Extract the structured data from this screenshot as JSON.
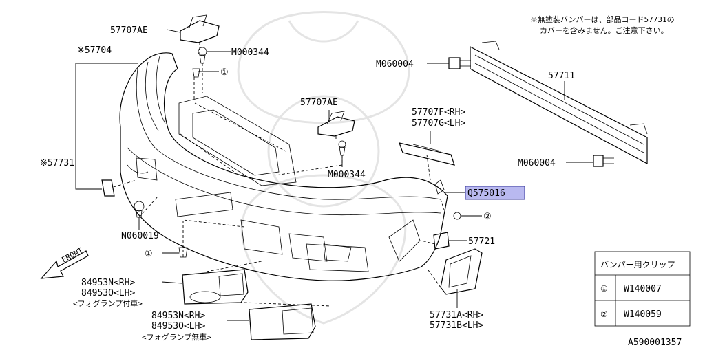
{
  "note": [
    "※無塗装バンパーは、部品コード57731の",
    "カバーを含みません。ご注意下さい。"
  ],
  "parts": {
    "p57707ae_top": "57707AE",
    "m000344_top": "M000344",
    "p57704": "※57704",
    "circle1_top": "①",
    "p57707ae_mid": "57707AE",
    "m000344_mid": "M000344",
    "m060004_top": "M060004",
    "p57711": "57711",
    "p57707f": "57707F<RH>",
    "p57707g": "57707G<LH>",
    "m060004_bot": "M060004",
    "p57731": "※57731",
    "q575016": "Q575016",
    "circle2": "②",
    "n060019": "N060019",
    "p57721": "57721",
    "circle1_bot": "①",
    "front": "FRONT",
    "p84953n_a": "84953N<RH>",
    "p84953o_a": "84953O<LH>",
    "fog_with": "<フォグランプ付車>",
    "p84953n_b": "84953N<RH>",
    "p84953o_b": "84953O<LH>",
    "fog_without": "<フォグランプ無車>",
    "p57731a": "57731A<RH>",
    "p57731b": "57731B<LH>"
  },
  "clip_table": {
    "header": "バンパー用クリップ",
    "rows": [
      {
        "num": "①",
        "code": "W140007"
      },
      {
        "num": "②",
        "code": "W140059"
      }
    ]
  },
  "diagram_id": "A590001357",
  "highlight_color": "#b9b9f0"
}
